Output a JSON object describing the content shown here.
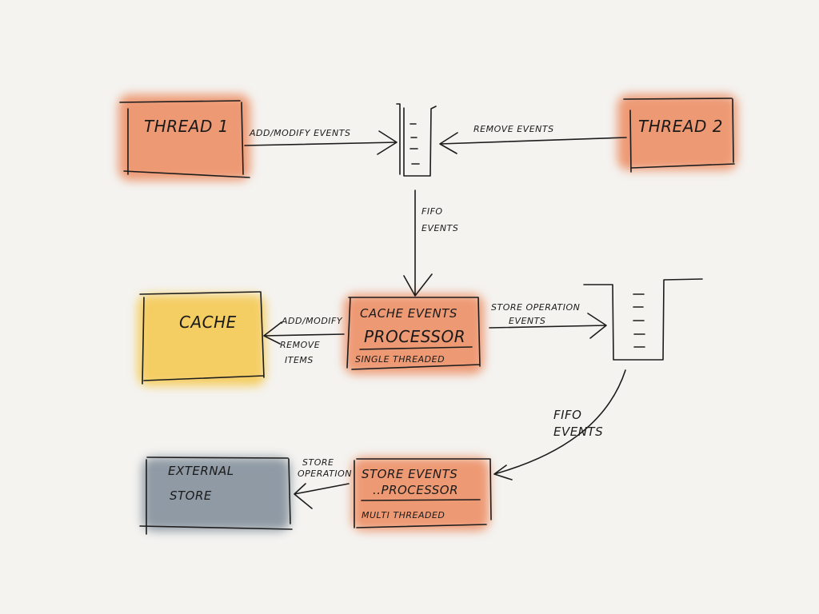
{
  "diagram": {
    "nodes": {
      "thread1": {
        "label": "THREAD 1",
        "color": "#ec8a5f"
      },
      "thread2": {
        "label": "THREAD 2",
        "color": "#ec8a5f"
      },
      "cache": {
        "label": "CACHE",
        "color": "#f5c84c"
      },
      "cache_processor": {
        "line1": "CACHE EVENTS",
        "line2": "PROCESSOR",
        "line3": "SINGLE THREADED",
        "color": "#ec8a5f"
      },
      "store_processor": {
        "line1": "STORE EVENTS",
        "line2": "..PROCESSOR",
        "line3": "MULTI THREADED",
        "color": "#ec8a5f"
      },
      "external_store": {
        "line1": "EXTERNAL",
        "line2": "STORE",
        "color": "#7f8b98"
      }
    },
    "edges": {
      "add_modify_events": "ADD/MODIFY EVENTS",
      "remove_events": "REMOVE EVENTS",
      "fifo1_line1": "FIFO",
      "fifo1_line2": "EVENTS",
      "add_modify": "ADD/MODIFY",
      "remove_items_line1": "REMOVE",
      "remove_items_line2": "ITEMS",
      "store_op_events_line1": "STORE OPERATION",
      "store_op_events_line2": "EVENTS",
      "fifo2_line1": "FIFO",
      "fifo2_line2": "EVENTS",
      "store_op_line1": "STORE",
      "store_op_line2": "OPERATION"
    }
  }
}
